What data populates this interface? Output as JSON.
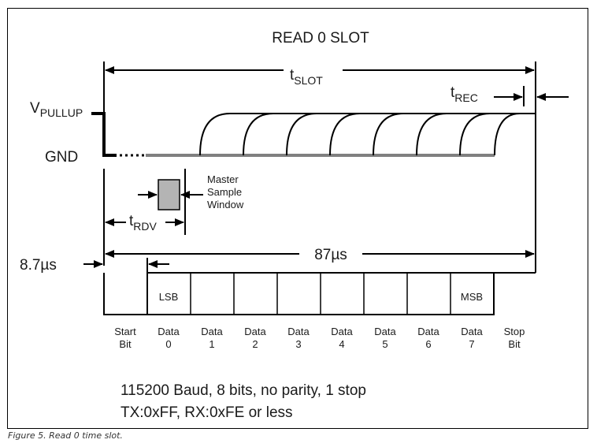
{
  "title": "READ 0 SLOT",
  "labels": {
    "vpullup_main": "V",
    "vpullup_sub": "PULLUP",
    "gnd": "GND",
    "tslot_main": "t",
    "tslot_sub": "SLOT",
    "trec_main": "t",
    "trec_sub": "REC",
    "trdv_main": "t",
    "trdv_sub": "RDV",
    "master_window": [
      "Master",
      "Sample",
      "Window"
    ],
    "start_offset": "8.7µs",
    "duration": "87µs",
    "lsb": "LSB",
    "msb": "MSB"
  },
  "bits": [
    {
      "line1": "Start",
      "line2": "Bit"
    },
    {
      "line1": "Data",
      "line2": "0"
    },
    {
      "line1": "Data",
      "line2": "1"
    },
    {
      "line1": "Data",
      "line2": "2"
    },
    {
      "line1": "Data",
      "line2": "3"
    },
    {
      "line1": "Data",
      "line2": "4"
    },
    {
      "line1": "Data",
      "line2": "5"
    },
    {
      "line1": "Data",
      "line2": "6"
    },
    {
      "line1": "Data",
      "line2": "7"
    },
    {
      "line1": "Stop",
      "line2": "Bit"
    }
  ],
  "uart_config": {
    "line1": "115200 Baud, 8 bits, no parity, 1 stop",
    "line2": "TX:0xFF, RX:0xFE or less"
  },
  "caption": "Figure 5. Read 0 time slot.",
  "colors": {
    "line": "#000000",
    "gnd_line": "#808080",
    "sample_window": "#b4b4b4"
  }
}
